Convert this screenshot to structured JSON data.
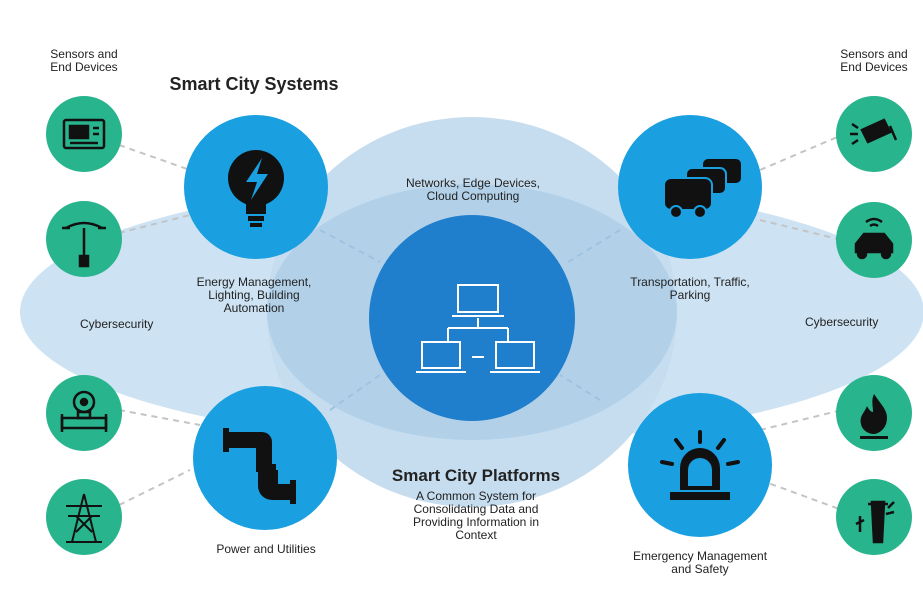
{
  "heading": {
    "systems_title": "Smart City Systems",
    "platforms_title": "Smart City Platforms"
  },
  "sensors_label_left": "Sensors and\nEnd Devices",
  "sensors_label_right": "Sensors and\nEnd Devices",
  "network_label": "Networks, Edge Devices,\nCloud Computing",
  "platforms_desc": "A Common System for\nConsolidating Data and\nProviding Information in\nContext",
  "cybersecurity_left": "Cybersecurity",
  "cybersecurity_right": "Cybersecurity",
  "systems": {
    "energy": "Energy Management,\nLighting, Building\nAutomation",
    "transport": "Transportation, Traffic,\nParking",
    "power": "Power and Utilities",
    "emergency": "Emergency Management\nand Safety"
  },
  "icons": {
    "energy": "lightning-bulb-icon",
    "transport": "cars-icon",
    "power": "pipe-icon",
    "emergency": "siren-icon",
    "platform": "network-computers-icon",
    "thermostat": "thermostat-icon",
    "streetlight": "streetlight-icon",
    "meter": "water-meter-icon",
    "pylon": "power-pylon-icon",
    "camera": "security-camera-icon",
    "connected_car": "connected-car-icon",
    "fire": "fire-icon",
    "hydrant": "hydrant-icon"
  },
  "colors": {
    "big_circle": "#1f7fcc",
    "system_circle": "#1a9fe0",
    "sensor_circle": "#28b48c",
    "ellipse_light": "#cfe3f2",
    "ellipse_mid": "#b8d6ec",
    "dash": "#c8c8c8"
  }
}
